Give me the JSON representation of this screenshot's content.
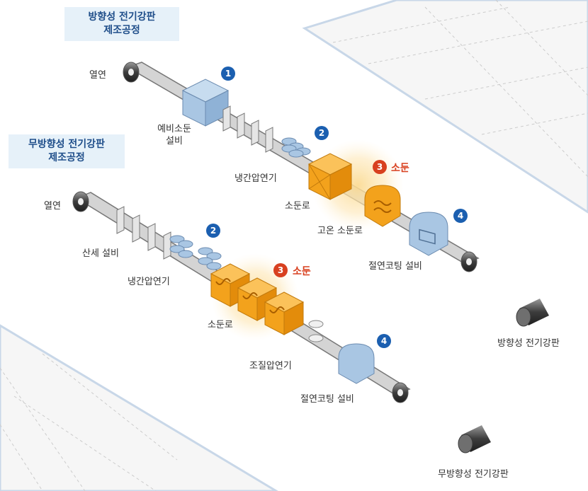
{
  "grain_oriented": {
    "title_line1": "방향성 전기강판",
    "title_line2": "제조공정",
    "step1_label": "열연",
    "step1_badge": "1",
    "pre_anneal_label_line1": "예비소둔",
    "pre_anneal_label_line2": "설비",
    "step2_badge": "2",
    "cold_rolling_label": "냉간압연기",
    "step3_badge": "3",
    "step3_title": "소둔",
    "anneal_furnace_label": "소둔로",
    "high_temp_furnace_label": "고온 소둔로",
    "step4_badge": "4",
    "coating_label": "절연코팅 설비",
    "product_label": "방향성 전기강판"
  },
  "non_oriented": {
    "title_line1": "무방향성 전기강판",
    "title_line2": "제조공정",
    "step1_label": "열연",
    "pickling_label": "산세 설비",
    "step2_badge": "2",
    "cold_rolling_label": "냉간압연기",
    "step3_badge": "3",
    "step3_title": "소둔",
    "anneal_furnace_label": "소둔로",
    "skin_pass_label": "조질압연기",
    "step4_badge": "4",
    "coating_label": "절연코팅 설비",
    "product_label": "무방향성 전기강판"
  },
  "colors": {
    "accent_blue": "#1b5fb0",
    "accent_red": "#d8401f",
    "furnace_orange": "#f3a21c",
    "equipment_blue": "#a9c6e3"
  }
}
